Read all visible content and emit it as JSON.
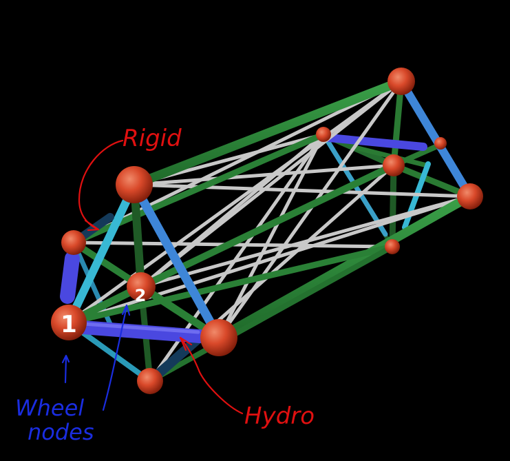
{
  "annotations": {
    "rigid": "Rigid",
    "hydro": "Hydro",
    "wheel_nodes_line1": "Wheel",
    "wheel_nodes_line2": "nodes"
  },
  "node_labels": {
    "n1": "1",
    "n2": "2"
  },
  "colors": {
    "background": "#000000",
    "node": "#d9492a",
    "beam_green": "#2f8a3a",
    "beam_white": "#c8c8c8",
    "beam_blue": "#3e86d8",
    "beam_cyan": "#38b8d4",
    "hydro_purple": "#4a48e0",
    "annotation_red": "#e01010",
    "annotation_blue": "#1a2de0"
  }
}
